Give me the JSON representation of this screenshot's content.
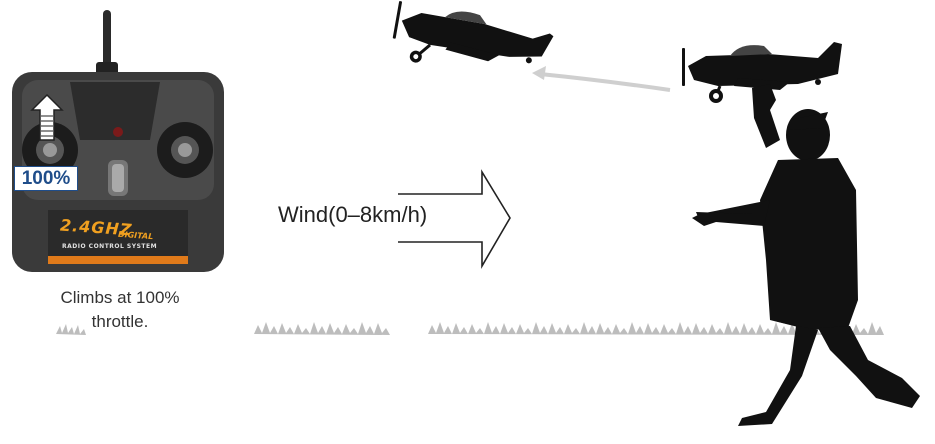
{
  "transmitter": {
    "throttle_badge": "100%",
    "brand": "2.4GHZ",
    "brand_sub": "DIGITAL",
    "system_label": "RADIO CONTROL SYSTEM"
  },
  "caption": {
    "line1": "Climbs at 100%",
    "line2": "throttle."
  },
  "wind": {
    "label": "Wind(0–8km/h)"
  },
  "colors": {
    "silhouette": "#111111",
    "badge": "#1f4d8a",
    "brand": "#f0a020",
    "grass": "#bdbdbd",
    "flight_path": "#cfcfcf"
  }
}
